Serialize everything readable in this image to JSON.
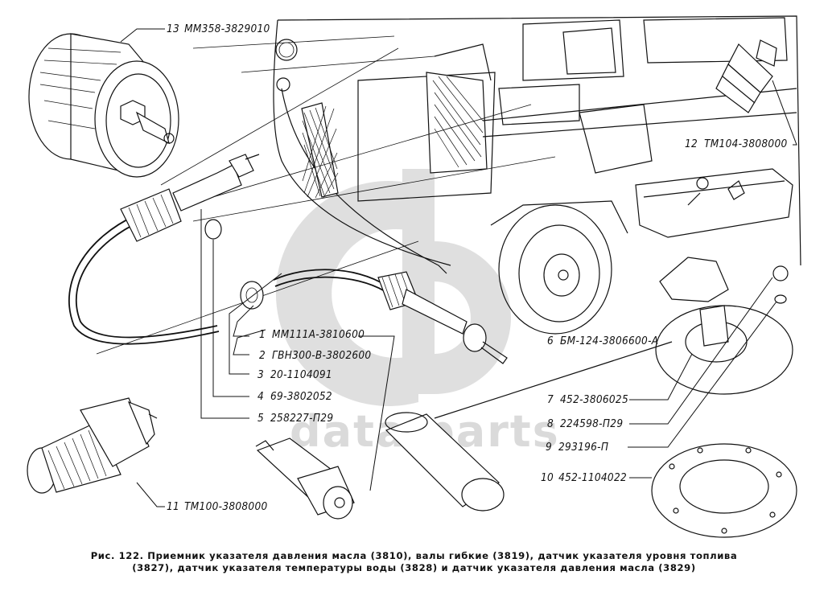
{
  "figure": {
    "number": "Рис. 122.",
    "caption_line1": "Рис. 122. Приемник указателя давления масла (3810), валы гибкие (3819), датчик указателя уровня топлива",
    "caption_line2": "(3827), датчик указателя температуры воды (3828) и датчик указателя давления масла (3829)"
  },
  "watermark": {
    "text": "data parts",
    "color": "#d6d6d6"
  },
  "parts": [
    {
      "num": "1",
      "code": "ММ111А-3810600"
    },
    {
      "num": "2",
      "code": "ГВН300-В-3802600"
    },
    {
      "num": "3",
      "code": "20-1104091"
    },
    {
      "num": "4",
      "code": "69-3802052"
    },
    {
      "num": "5",
      "code": "258227-П29"
    },
    {
      "num": "6",
      "code": "БМ-124-3806600-А"
    },
    {
      "num": "7",
      "code": "452-3806025"
    },
    {
      "num": "8",
      "code": "224598-П29"
    },
    {
      "num": "9",
      "code": "293196-П"
    },
    {
      "num": "10",
      "code": "452-1104022"
    },
    {
      "num": "11",
      "code": "ТМ100-3808000"
    },
    {
      "num": "12",
      "code": "ТМ104-3808000"
    },
    {
      "num": "13",
      "code": "ММ358-3829010"
    }
  ]
}
